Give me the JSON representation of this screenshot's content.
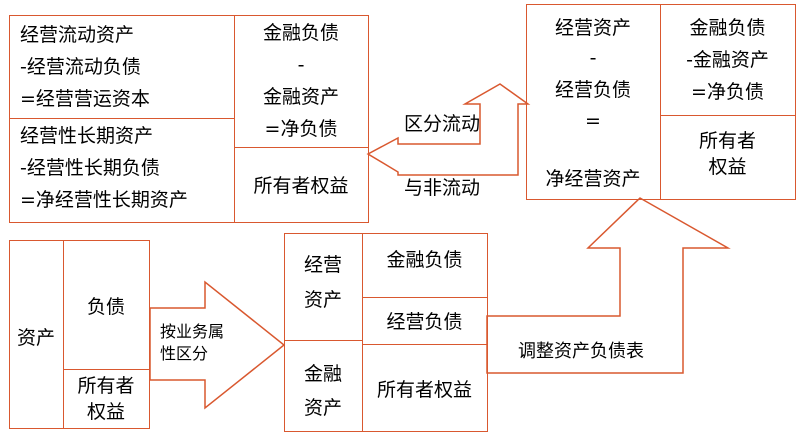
{
  "colors": {
    "stroke": "#d9582f",
    "text": "#000000",
    "background": "#ffffff"
  },
  "top_left": {
    "operating_working_capital": [
      "经营流动资产",
      "-经营流动负债",
      "=经营营运资本"
    ],
    "net_operating_long_term_assets": [
      "经营性长期资产",
      "-经营性长期负债",
      "=净经营性长期资产"
    ],
    "net_liabilities": [
      "金融负债",
      "-",
      "金融资产",
      "=净负债"
    ],
    "owners_equity": "所有者权益"
  },
  "top_right": {
    "net_operating_assets": [
      "经营资产",
      "-",
      "经营负债",
      "=",
      "净经营资产"
    ],
    "net_liabilities": [
      "金融负债",
      "-金融资产",
      "=净负债"
    ],
    "owners_equity": [
      "所有者",
      "权益"
    ]
  },
  "bottom_left": {
    "assets": "资产",
    "liabilities": "负债",
    "owners_equity": [
      "所有者",
      "权益"
    ]
  },
  "bottom_middle": {
    "operating_assets": [
      "经营",
      "资产"
    ],
    "financial_assets": [
      "金融",
      "资产"
    ],
    "financial_liabilities": "金融负债",
    "operating_liabilities": "经营负债",
    "owners_equity": "所有者权益"
  },
  "labels": {
    "classify_by_business": [
      "按业务属",
      "性区分"
    ],
    "adjust_balance_sheet": "调整资产负债表",
    "distinguish_current_1": "区分流动",
    "distinguish_current_2": "与非流动"
  }
}
